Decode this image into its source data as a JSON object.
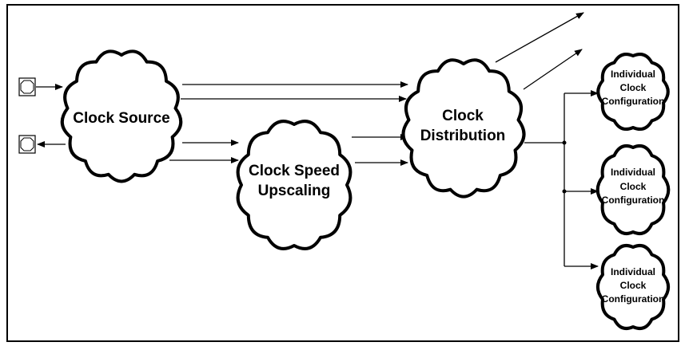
{
  "nodes": {
    "clock_source": {
      "line1": "Clock Source"
    },
    "clock_speed_upscaling": {
      "line1": "Clock Speed",
      "line2": "Upscaling"
    },
    "clock_distribution": {
      "line1": "Clock",
      "line2": "Distribution"
    },
    "individual_config_1": {
      "line1": "Individual",
      "line2": "Clock",
      "line3": "Configuration"
    },
    "individual_config_2": {
      "line1": "Individual",
      "line2": "Clock",
      "line3": "Configuration"
    },
    "individual_config_3": {
      "line1": "Individual",
      "line2": "Clock",
      "line3": "Configuration"
    }
  },
  "ports": [
    {
      "id": "port-in",
      "icon": "octagon-port-icon"
    },
    {
      "id": "port-out",
      "icon": "octagon-port-icon"
    }
  ]
}
